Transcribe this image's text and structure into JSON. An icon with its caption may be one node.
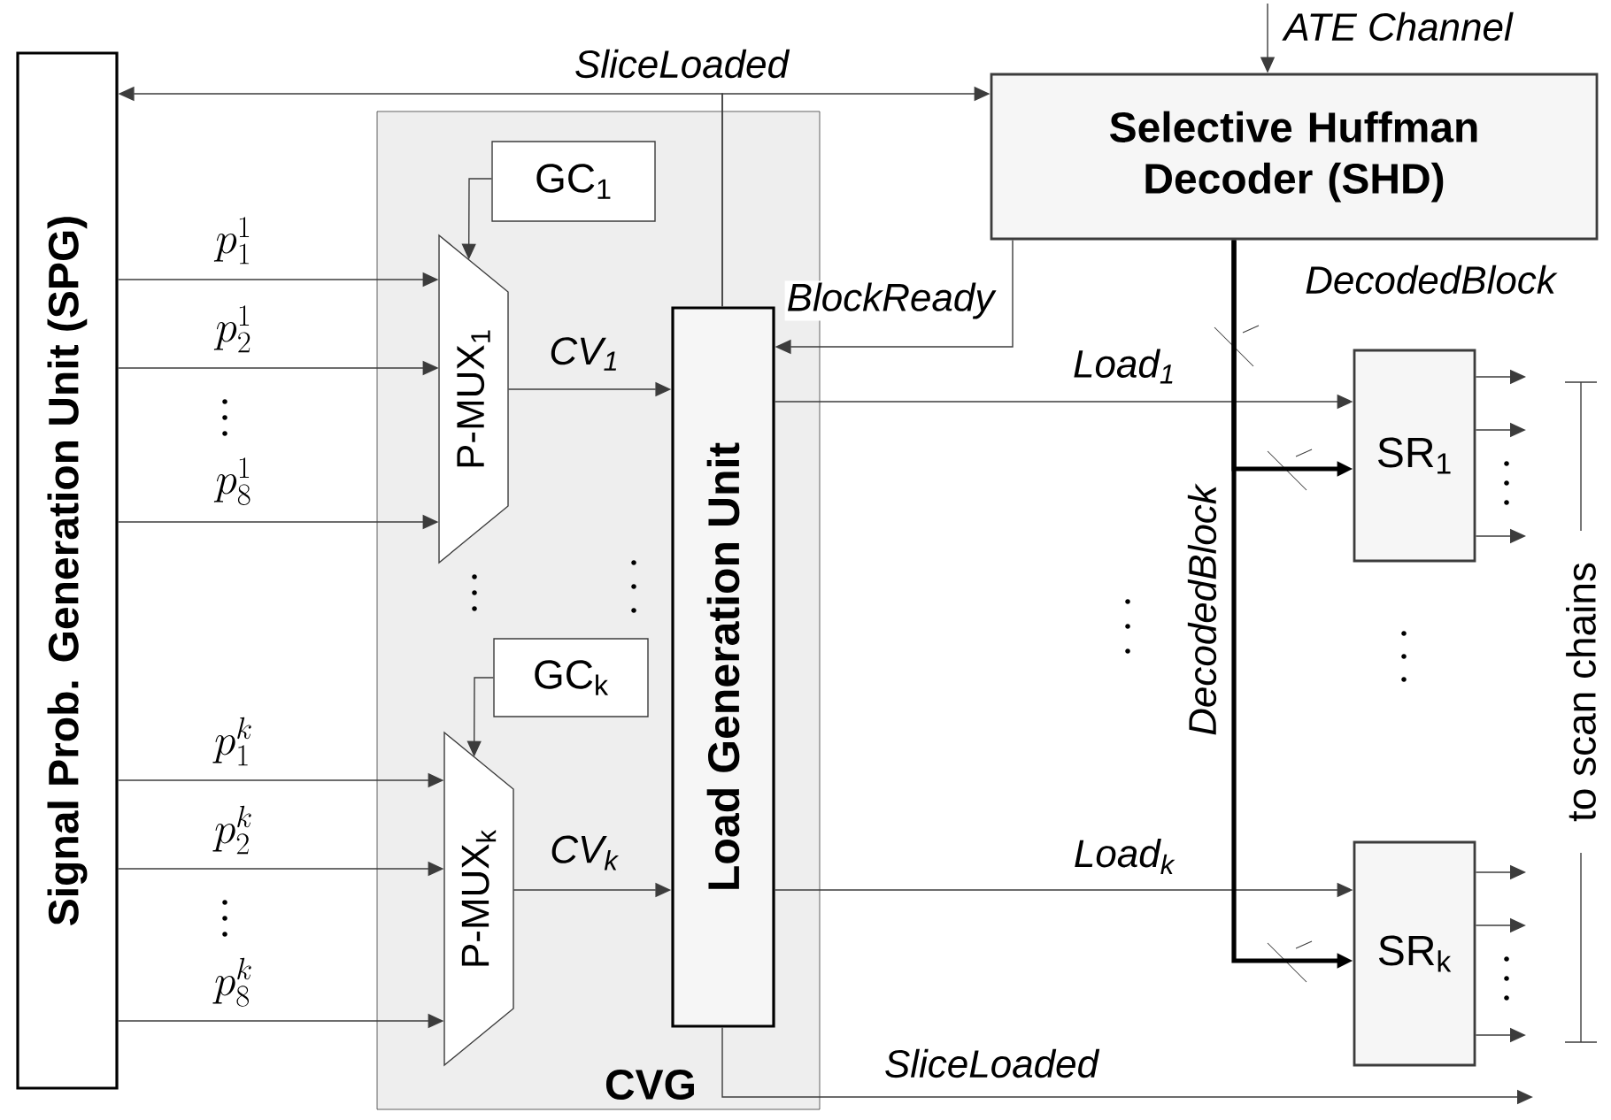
{
  "diagram": {
    "nodes": [
      {
        "text": [
          "Signal Prob. Generation Unit (SPG)"
        ]
      },
      {
        "text": [
          "CVG"
        ]
      },
      {
        "text": [
          "GC$_{1}$"
        ],
        "in": 1
      },
      {
        "text": [
          "P-MUX$_{1}$"
        ],
        "in": 1
      },
      {
        "text": [
          "GC$_{k}$"
        ],
        "in": 1
      },
      {
        "text": [
          "P-MUX$_{k}$"
        ],
        "in": 1
      },
      {
        "text": [
          "Load Generation Unit"
        ],
        "in": 1
      },
      {
        "text": [
          "Selective Huffman Decoder (SHD)"
        ]
      },
      {
        "text": [
          "SR$_{1}$"
        ]
      },
      {
        "text": [
          "SR$_{k}$"
        ]
      }
    ],
    "edges": [
      {
        "from": 0,
        "to": 3,
        "arrow": "to",
        "label": "p^{1}_{1}"
      },
      {
        "from": 0,
        "to": 3,
        "arrow": "to",
        "label": "p^{1}_{2}"
      },
      {
        "from": 0,
        "to": 3,
        "arrow": "to",
        "label": "p^{1}_{8}"
      },
      {
        "from": 0,
        "to": 5,
        "arrow": "to",
        "label": "p^{k}_{1}"
      },
      {
        "from": 0,
        "to": 5,
        "arrow": "to",
        "label": "p^{k}_{2}"
      },
      {
        "from": 0,
        "to": 5,
        "arrow": "to",
        "label": "p^{k}_{8}"
      },
      {
        "from": 2,
        "to": 3,
        "arrow": "to"
      },
      {
        "from": 3,
        "to": 6,
        "arrow": "to",
        "label": "CV$_{1}$"
      },
      {
        "from": 4,
        "to": 5,
        "arrow": "to"
      },
      {
        "from": 5,
        "to": 6,
        "arrow": "to",
        "label": "CV$_{k}$"
      },
      {
        "from": 6,
        "to": 0,
        "arrow": "to",
        "label": "SliceLoaded"
      },
      {
        "from": 6,
        "to": 7,
        "arrow": "to"
      },
      {
        "from": 7,
        "to": 6,
        "arrow": "to",
        "label": "BlockReady"
      },
      {
        "from": 6,
        "to": 8,
        "arrow": "to",
        "label": "Load$_{1}$"
      },
      {
        "from": 6,
        "to": 9,
        "arrow": "to",
        "label": "Load$_{k}$"
      },
      {
        "from": 7,
        "to": 8,
        "arrow": "to",
        "style": "thick",
        "label": "DecodedBlock"
      },
      {
        "from": 7,
        "to": 9,
        "arrow": "to",
        "style": "thick",
        "label": "DecodedBlock"
      },
      {
        "from": null,
        "to": 7,
        "arrow": "to",
        "label": "ATE Channel"
      },
      {
        "from": 6,
        "to": null,
        "arrow": "to",
        "label": "SliceLoaded"
      },
      {
        "from": 8,
        "to": null,
        "arrow": "to"
      },
      {
        "from": 8,
        "to": null,
        "arrow": "to"
      },
      {
        "from": 8,
        "to": null,
        "arrow": "to"
      },
      {
        "from": 9,
        "to": null,
        "arrow": "to"
      },
      {
        "from": 9,
        "to": null,
        "arrow": "to"
      },
      {
        "from": 9,
        "to": null,
        "arrow": "to"
      }
    ],
    "labels": [
      "to scan chains"
    ]
  }
}
